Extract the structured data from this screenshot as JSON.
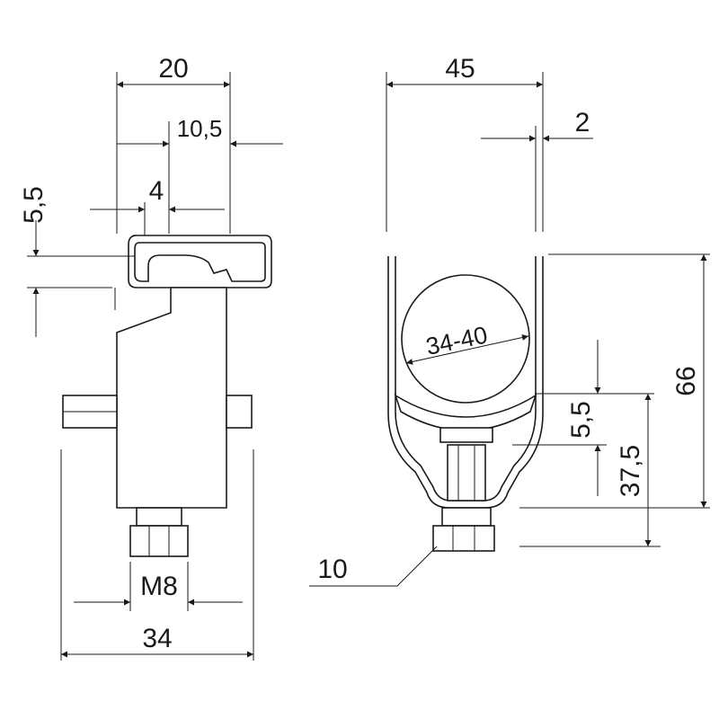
{
  "colors": {
    "line": "#1a1a1a",
    "background": "#ffffff"
  },
  "side_view": {
    "dim_width": "20",
    "dim_offset": "10,5",
    "dim_slot": "4",
    "dim_height_left": "5,5",
    "dim_thread": "M8",
    "dim_base_width": "34"
  },
  "front_view": {
    "dim_width": "45",
    "dim_thickness": "2",
    "dim_diameter_range": "34-40",
    "dim_saddle": "5,5",
    "dim_lower_height": "37,5",
    "dim_total_height": "66",
    "dim_nut": "10"
  }
}
